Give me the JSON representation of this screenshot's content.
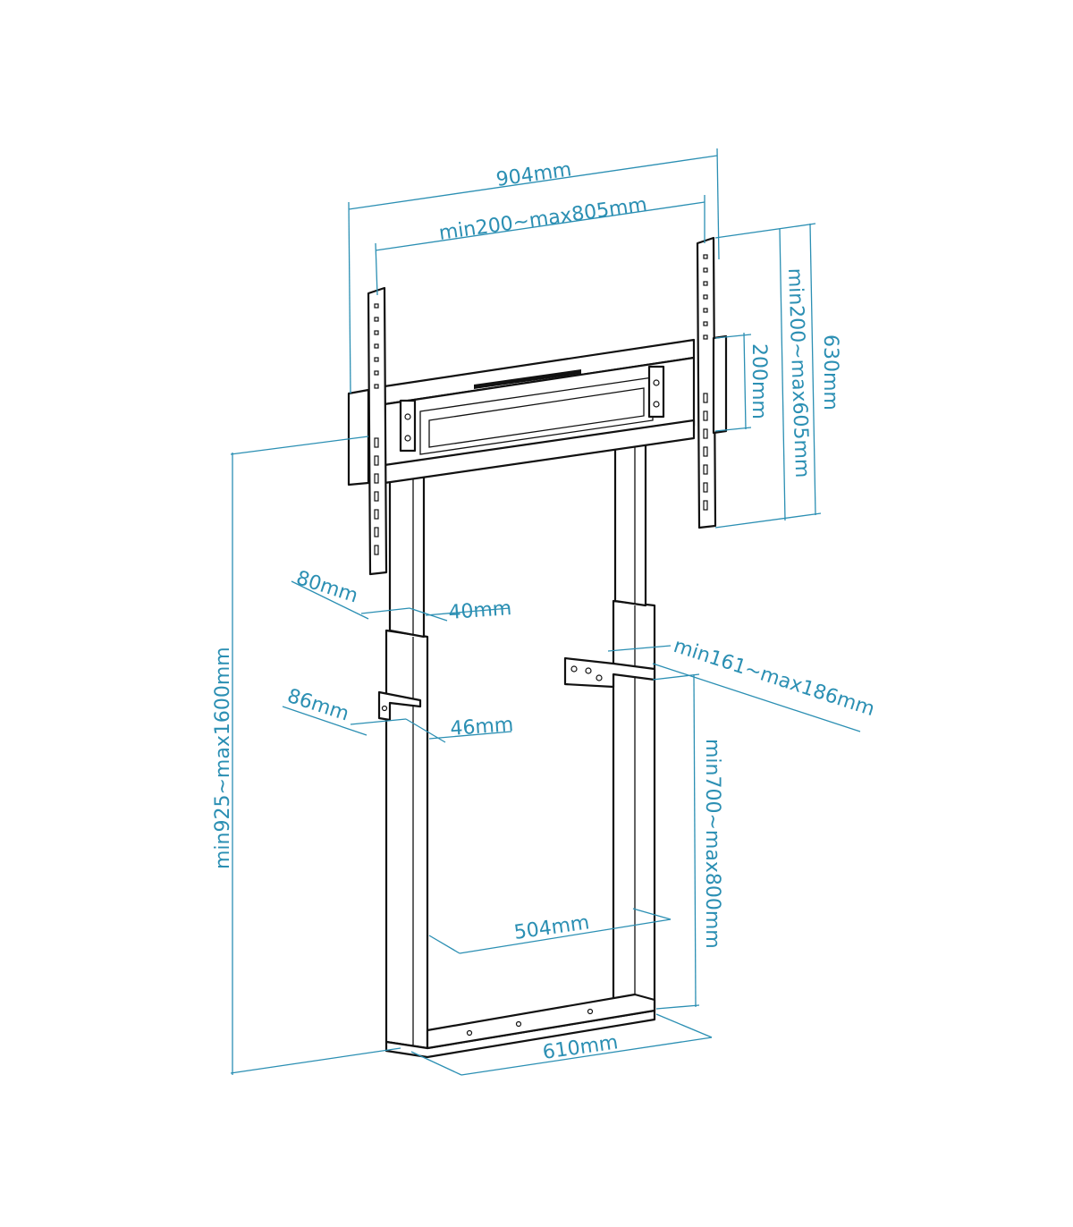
{
  "colors": {
    "dimension": "#2b8fb3",
    "frame": "#111111",
    "background": "#ffffff"
  },
  "labels": {
    "overall_width": "904mm",
    "vesa_width": "min200~max805mm",
    "overall_height": "630mm",
    "vesa_height": "min200~max605mm",
    "rail_spacing": "200mm",
    "upper_post_depth": "80mm",
    "upper_post_width": "40mm",
    "lower_post_depth": "86mm",
    "lower_post_width": "46mm",
    "wall_offset": "min161~max186mm",
    "total_height": "min925~max1600mm",
    "post_height": "min700~max800mm",
    "inner_width": "504mm",
    "base_width": "610mm"
  }
}
